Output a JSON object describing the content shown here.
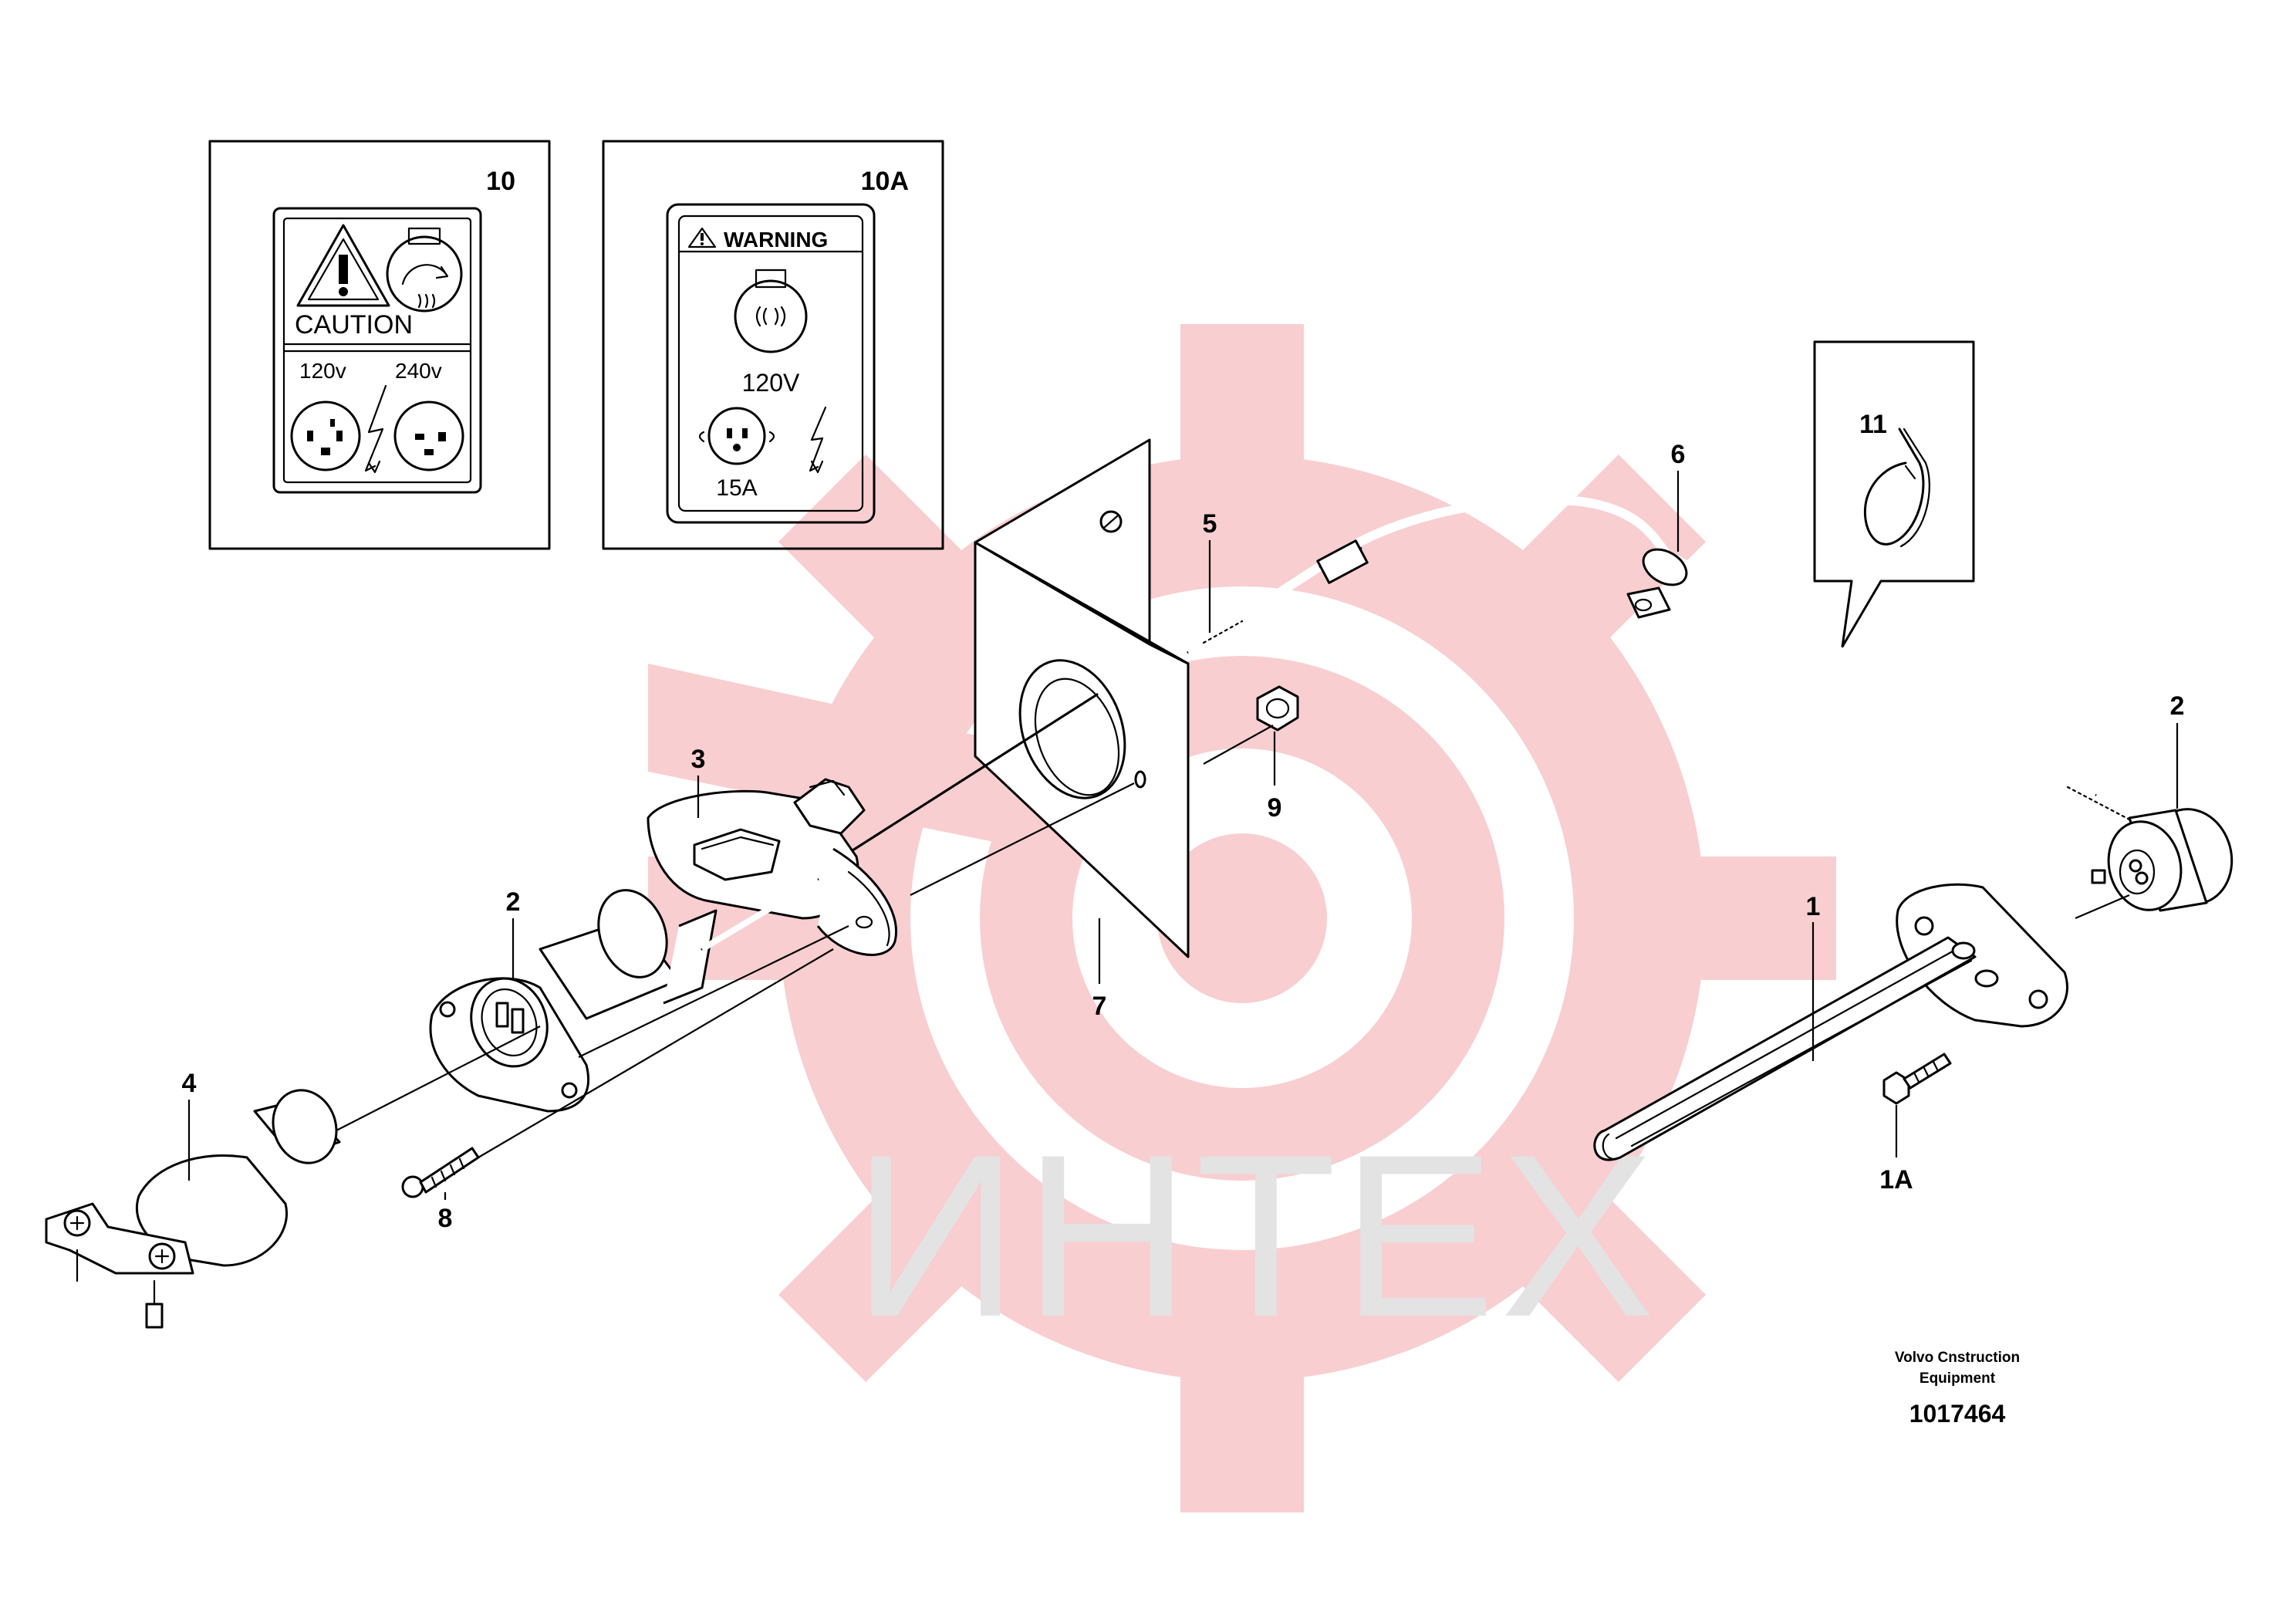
{
  "watermark": {
    "text": "ИНТЕХ",
    "gear_color": "#f7c6c8",
    "text_color": "#e3e3e3"
  },
  "insets": [
    {
      "label": "10",
      "decal": {
        "heading": "CAUTION",
        "left_voltage": "120v",
        "right_voltage": "240v",
        "icons": [
          "warning-triangle-icon",
          "heater-plug-icon",
          "outlet-120v-icon",
          "lightning-icon",
          "outlet-240v-icon"
        ]
      }
    },
    {
      "label": "10A",
      "decal": {
        "heading": "WARNING",
        "voltage": "120V",
        "amperage": "15A",
        "icons": [
          "warning-triangle-icon",
          "heater-plug-icon",
          "outlet-icon",
          "lightning-icon"
        ]
      }
    },
    {
      "label": "11",
      "icons": [
        "cable-tie-icon"
      ]
    }
  ],
  "callouts": [
    {
      "id": "callout-1",
      "text": "1"
    },
    {
      "id": "callout-1a",
      "text": "1A"
    },
    {
      "id": "callout-2-right",
      "text": "2"
    },
    {
      "id": "callout-2-left",
      "text": "2"
    },
    {
      "id": "callout-3",
      "text": "3"
    },
    {
      "id": "callout-4",
      "text": "4"
    },
    {
      "id": "callout-5",
      "text": "5"
    },
    {
      "id": "callout-6",
      "text": "6"
    },
    {
      "id": "callout-7",
      "text": "7"
    },
    {
      "id": "callout-8",
      "text": "8"
    },
    {
      "id": "callout-9",
      "text": "9"
    }
  ],
  "footer": {
    "maker_line1": "Volvo Cnstruction",
    "maker_line2": "Equipment",
    "diagram_id": "1017464"
  }
}
